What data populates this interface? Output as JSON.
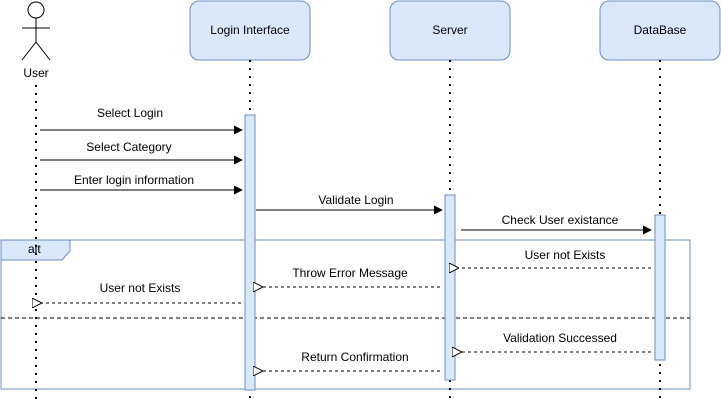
{
  "actor": {
    "label": "User"
  },
  "participants": [
    {
      "id": "login",
      "label": "Login Interface"
    },
    {
      "id": "server",
      "label": "Server"
    },
    {
      "id": "db",
      "label": "DataBase"
    }
  ],
  "fragment": {
    "label": "alt"
  },
  "messages": [
    {
      "id": "select-login",
      "label": "Select Login",
      "from": "User",
      "to": "Login Interface",
      "kind": "sync"
    },
    {
      "id": "select-category",
      "label": "Select Category",
      "from": "User",
      "to": "Login Interface",
      "kind": "sync"
    },
    {
      "id": "enter-login-info",
      "label": "Enter login information",
      "from": "User",
      "to": "Login Interface",
      "kind": "sync"
    },
    {
      "id": "validate-login",
      "label": "Validate Login",
      "from": "Login Interface",
      "to": "Server",
      "kind": "sync"
    },
    {
      "id": "check-user",
      "label": "Check User existance",
      "from": "Server",
      "to": "DataBase",
      "kind": "sync"
    },
    {
      "id": "user-not-exists-db",
      "label": "User not Exists",
      "from": "DataBase",
      "to": "Server",
      "kind": "return"
    },
    {
      "id": "throw-error",
      "label": "Throw Error Message",
      "from": "Server",
      "to": "Login Interface",
      "kind": "return"
    },
    {
      "id": "user-not-exists-ui",
      "label": "User not Exists",
      "from": "Login Interface",
      "to": "User",
      "kind": "return"
    },
    {
      "id": "validation-successed",
      "label": "Validation Successed",
      "from": "DataBase",
      "to": "Server",
      "kind": "return"
    },
    {
      "id": "return-confirmation",
      "label": "Return Confirmation",
      "from": "Server",
      "to": "Login Interface",
      "kind": "return"
    }
  ],
  "colors": {
    "participant_fill": "#dae8fc",
    "participant_stroke": "#6c8ebf",
    "line": "#000000",
    "fragment_stroke": "#6c8ebf"
  }
}
